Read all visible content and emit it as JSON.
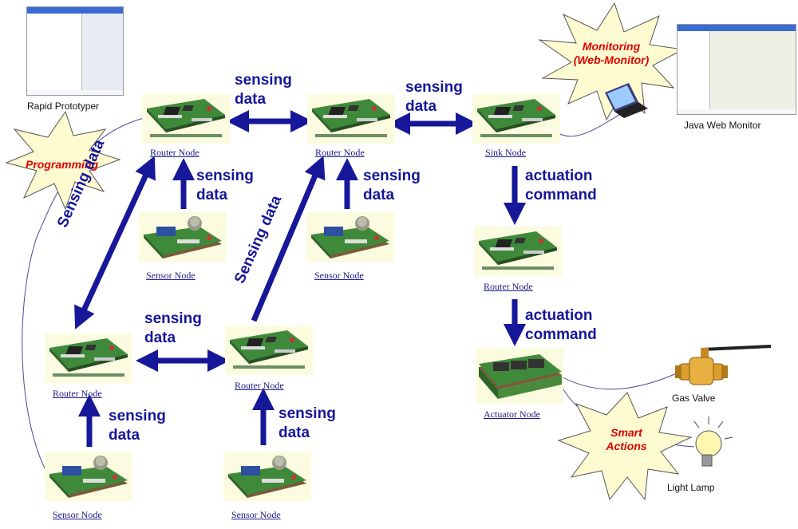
{
  "labels": {
    "rapid_prototyper": "Rapid Prototyper",
    "java_web_monitor": "Java Web Monitor",
    "gas_valve": "Gas Valve",
    "light_lamp": "Light Lamp",
    "programming": "Programming",
    "monitoring_line1": "Monitoring",
    "monitoring_line2": "(Web-Monitor)",
    "smart_line1": "Smart",
    "smart_line2": "Actions"
  },
  "nodes": {
    "router_top_left": "Router Node",
    "router_top_mid": "Router Node",
    "sink": "Sink Node",
    "sensor_top_left": "Sensor Node",
    "sensor_top_mid": "Sensor Node",
    "router_right": "Router Node",
    "router_bottom_left": "Router Node",
    "router_bottom_mid": "Router Node",
    "actuator": "Actuator Node",
    "sensor_bottom_left": "Sensor Node",
    "sensor_bottom_mid": "Sensor Node"
  },
  "arrows": {
    "sensing_line1": "sensing",
    "sensing_line2": "data",
    "sensing_data_rotated": "Sensing data",
    "actuation_line1": "actuation",
    "actuation_line2": "command"
  },
  "colors": {
    "arrow": "#17179a",
    "board": "#3f8a3a",
    "burst_fill": "#fffbd0",
    "burst_text": "#e00000"
  }
}
